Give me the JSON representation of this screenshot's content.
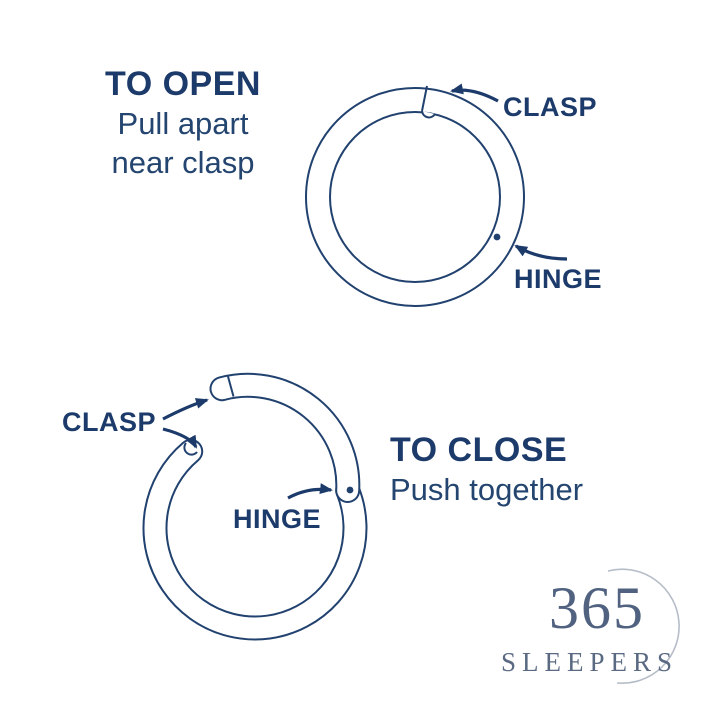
{
  "colors": {
    "navy_text": "#1c3b6b",
    "ring_outline": "#21416f",
    "logo_circle": "#b6bdc8",
    "logo_number": "#50627f",
    "logo_name": "#5a6a82",
    "background": "#ffffff"
  },
  "open_section": {
    "title": "TO OPEN",
    "subtitle_line1": "Pull apart",
    "subtitle_line2": "near clasp",
    "clasp_label": "CLASP",
    "hinge_label": "HINGE"
  },
  "close_section": {
    "title": "TO CLOSE",
    "subtitle": "Push together",
    "clasp_label": "CLASP",
    "hinge_label": "HINGE"
  },
  "logo": {
    "number": "365",
    "name": "SLEEPERS"
  }
}
